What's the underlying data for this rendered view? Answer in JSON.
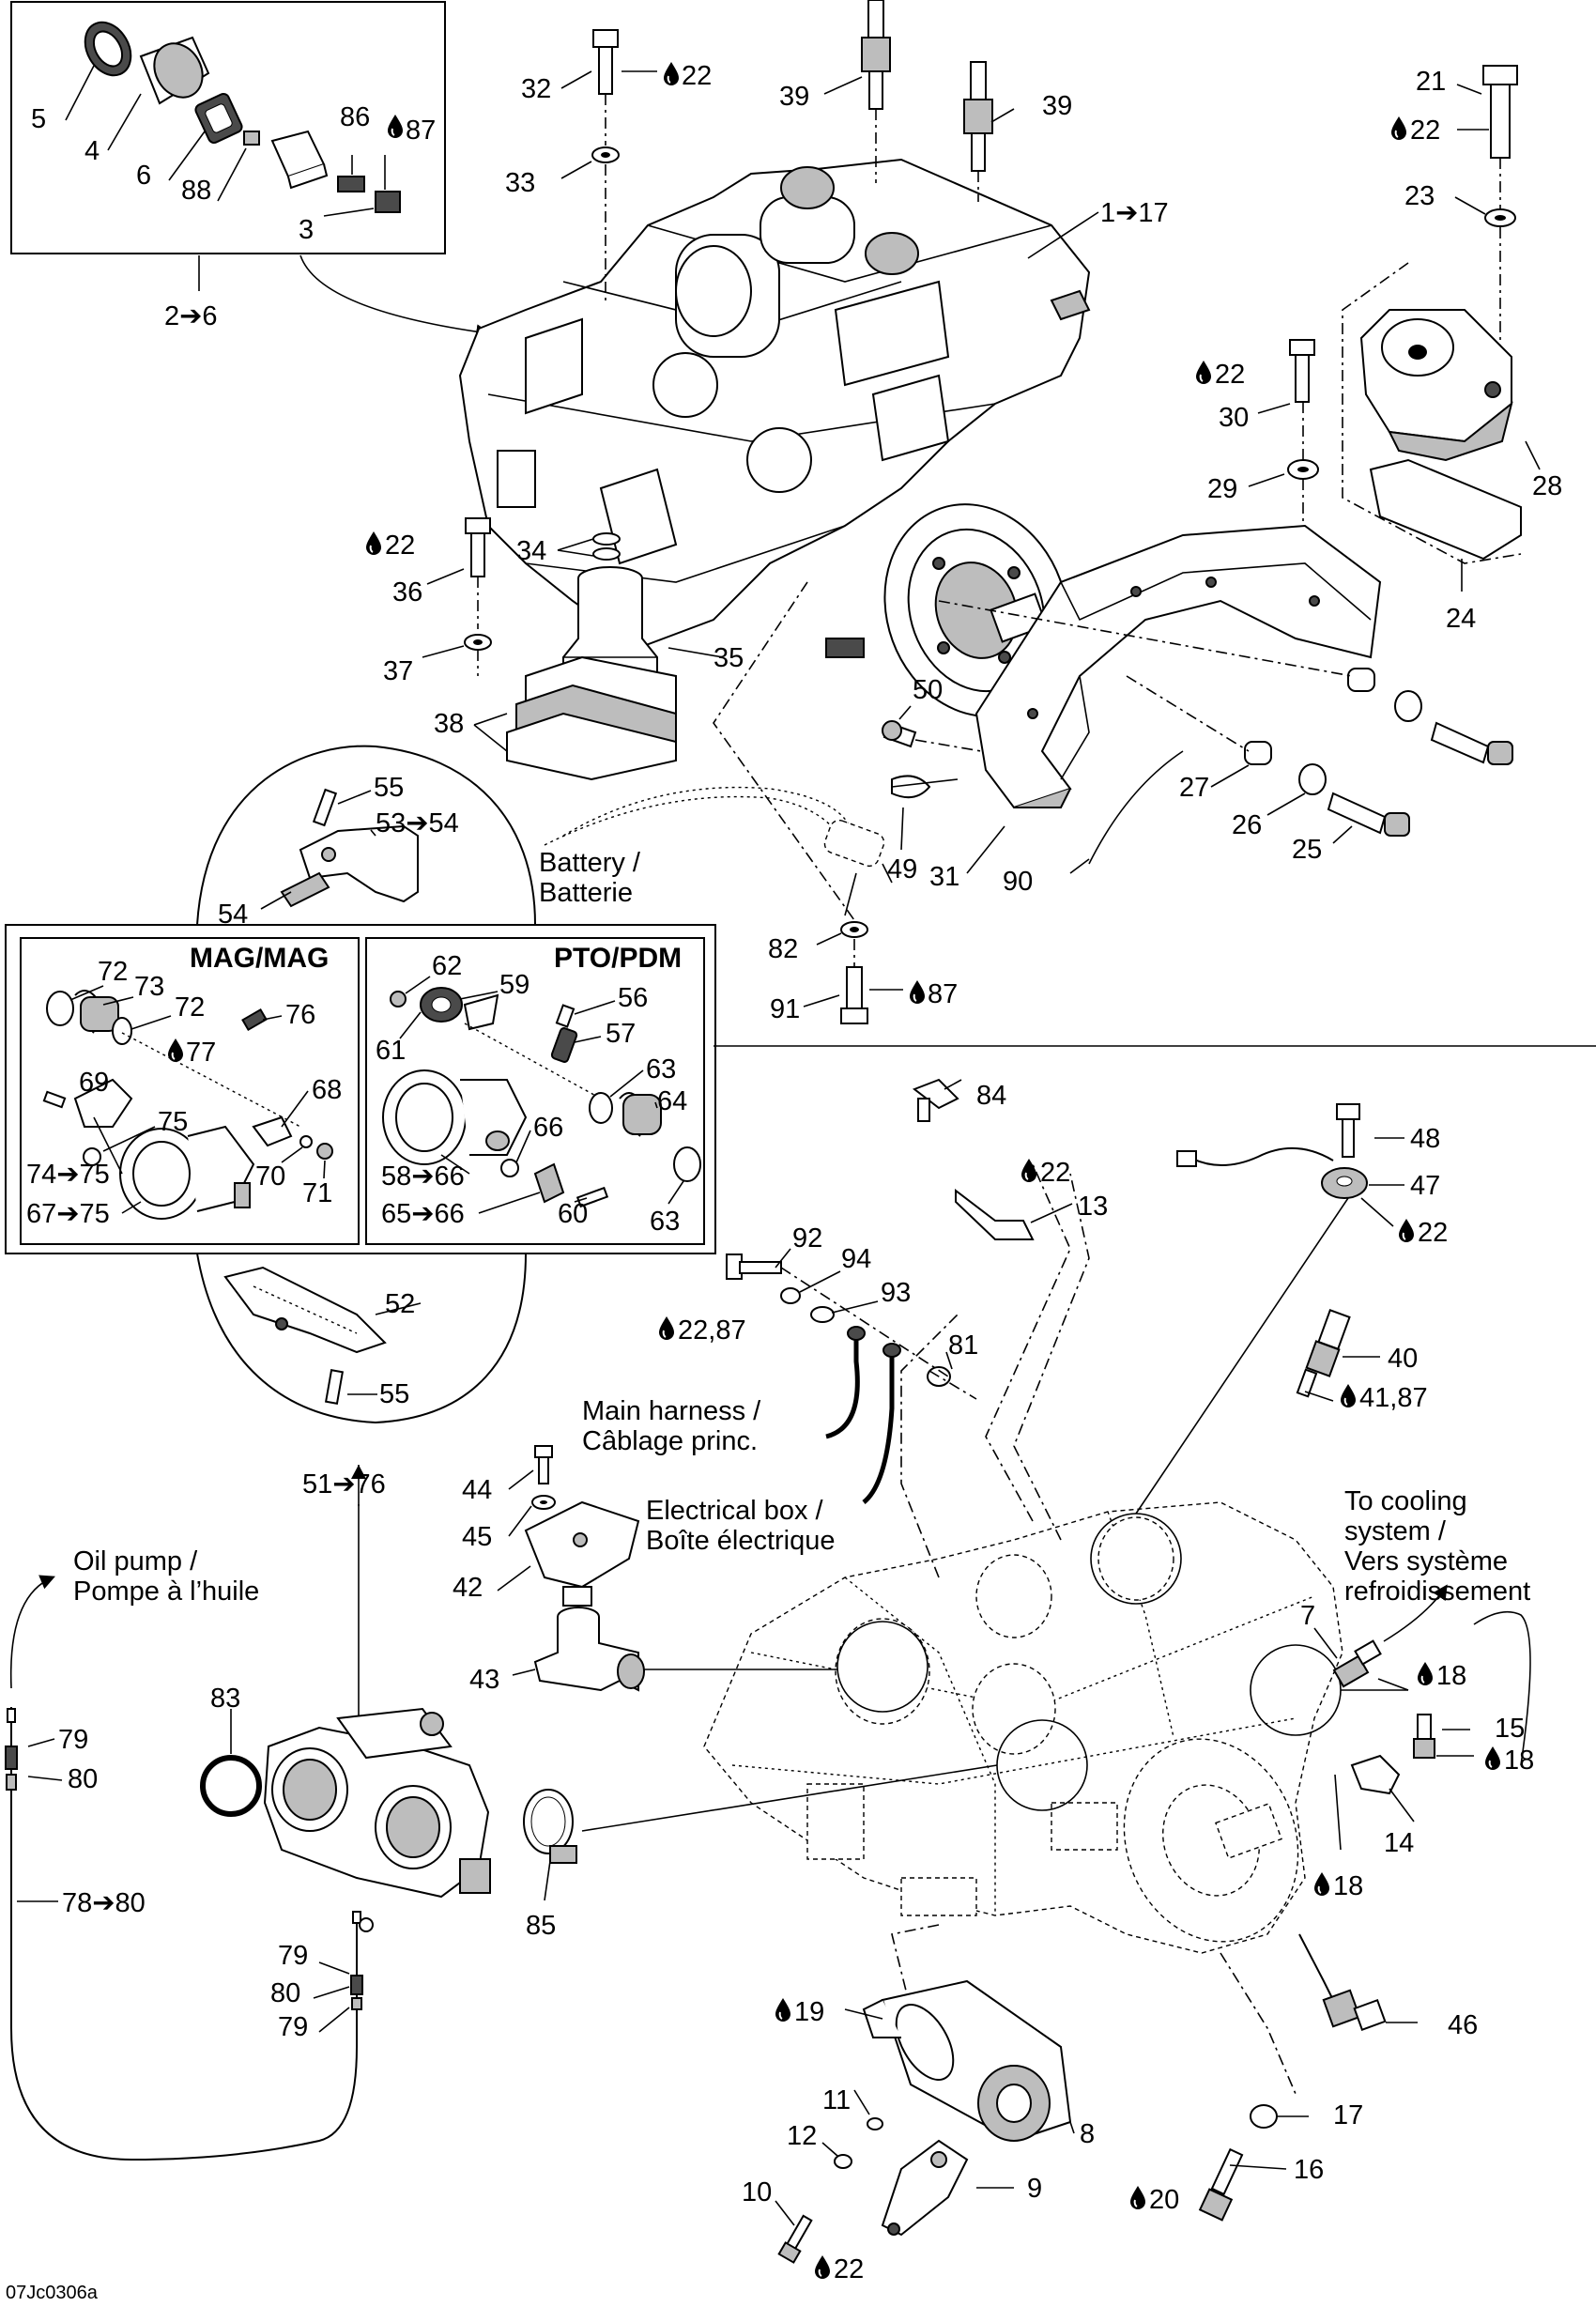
{
  "labels": {
    "l1": "1➔17",
    "l2_6": "2➔6",
    "l3": "3",
    "l4": "4",
    "l5": "5",
    "l6": "6",
    "l7": "7",
    "l8": "8",
    "l9": "9",
    "l10": "10",
    "l11": "11",
    "l12": "12",
    "l13": "13",
    "l14": "14",
    "l15": "15",
    "l16": "16",
    "l17": "17",
    "l18a": "18",
    "l18b": "18",
    "l18c": "18",
    "l19": "19",
    "l20": "20",
    "l21": "21",
    "l22": "22",
    "l23": "23",
    "l24": "24",
    "l25": "25",
    "l26": "26",
    "l27": "27",
    "l28": "28",
    "l29": "29",
    "l30": "30",
    "l31": "31",
    "l32": "32",
    "l33": "33",
    "l34": "34",
    "l35": "35",
    "l36": "36",
    "l37": "37",
    "l38": "38",
    "l39a": "39",
    "l39b": "39",
    "l40": "40",
    "l41": "41,87",
    "l42": "42",
    "l43": "43",
    "l44": "44",
    "l45": "45",
    "l46": "46",
    "l47": "47",
    "l48": "48",
    "l49": "49",
    "l50": "50",
    "l51": "51➔76",
    "l52": "52",
    "l53": "53➔54",
    "l54": "54",
    "l55a": "55",
    "l55b": "55",
    "l56": "56",
    "l57": "57",
    "l58": "58➔66",
    "l59": "59",
    "l60": "60",
    "l61": "61",
    "l62": "62",
    "l63a": "63",
    "l63b": "63",
    "l64": "64",
    "l65": "65➔66",
    "l66": "66",
    "l67": "67➔75",
    "l68": "68",
    "l69": "69",
    "l70": "70",
    "l71": "71",
    "l72a": "72",
    "l72b": "72",
    "l73": "73",
    "l74": "74➔75",
    "l75": "75",
    "l76": "76",
    "l77": "77",
    "l78": "78➔80",
    "l79a": "79",
    "l79b": "79",
    "l79c": "79",
    "l80a": "80",
    "l80b": "80",
    "l81": "81",
    "l82": "82",
    "l83": "83",
    "l84": "84",
    "l85": "85",
    "l86": "86",
    "l87": "87",
    "l87b": "87",
    "l88": "88",
    "l90": "90",
    "l91": "91",
    "l92": "92",
    "l93": "93",
    "l94": "94",
    "t22a": "22",
    "t22b": "22",
    "t22c": "22",
    "t22d": "22",
    "t22e": "22",
    "t22f": "22",
    "t22g": "22",
    "t2287": "22,87",
    "t18a": "18",
    "t18b": "18",
    "t18c": "18",
    "t19": "19",
    "t20": "20"
  },
  "callouts": {
    "battery_en": "Battery /",
    "battery_fr": "Batterie",
    "main_harness_en": "Main harness /",
    "main_harness_fr": "Câblage princ.",
    "electrical_box_en": "Electrical box /",
    "electrical_box_fr": "Boîte électrique",
    "oil_pump_en": "Oil pump /",
    "oil_pump_fr": "Pompe à l’huile",
    "cooling_1": "To cooling",
    "cooling_2": "system /",
    "cooling_3": "Vers système",
    "cooling_4": "refroidissement"
  },
  "panels": {
    "mag_title": "MAG/MAG",
    "pto_title": "PTO/PDM"
  },
  "figure_code": "07Jc0306a",
  "icons": {
    "drop": "liquid-drop-icon",
    "arrow": "right-arrow-glyph"
  }
}
